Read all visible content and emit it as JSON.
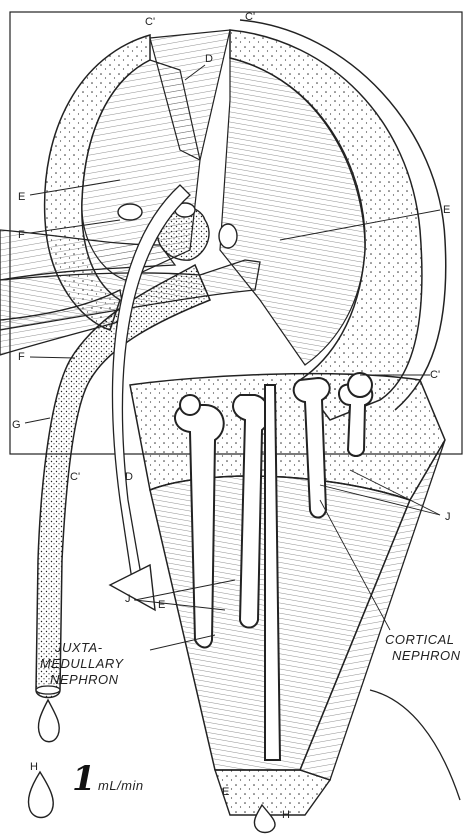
{
  "labels": {
    "c_prime_top_left": "C'",
    "c_prime_top_right": "C'",
    "c_prime_right": "C'",
    "c_prime_lower": "C'",
    "d_upper": "D",
    "d_lower": "D",
    "e_left": "E",
    "e_right": "E",
    "e_pyramid": "E",
    "e_bottom": "E",
    "f_upper": "F",
    "f_lower": "F",
    "g": "G",
    "h_left": "H",
    "h_bottom": "H",
    "j_left": "J",
    "j_right": "J"
  },
  "captions": {
    "juxta_line1": "JUXTA-",
    "juxta_line2": "MEDULLARY",
    "juxta_line3": "NEPHRON",
    "cortical_line1": "CORTICAL",
    "cortical_line2": "NEPHRON",
    "flow_number": "1",
    "flow_unit": "mL/min"
  }
}
